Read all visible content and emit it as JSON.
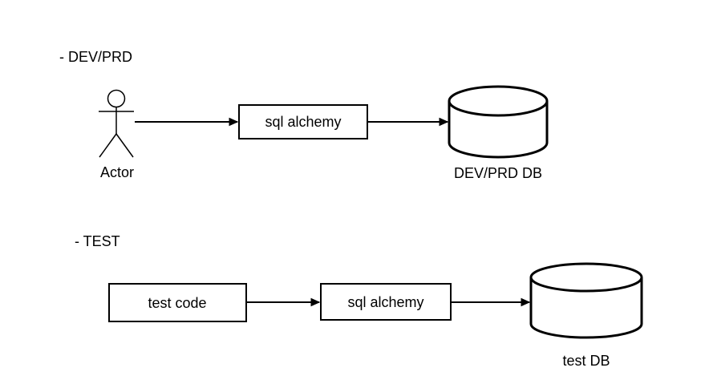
{
  "canvas": {
    "background": "#ffffff",
    "stroke_color": "#000000",
    "text_color": "#000000"
  },
  "sections": [
    {
      "id": "dev_prd",
      "title": "- DEV/PRD",
      "nodes": {
        "actor": {
          "type": "stick-figure",
          "label": "Actor"
        },
        "middleware": {
          "type": "rectangle",
          "label": "sql alchemy"
        },
        "database": {
          "type": "cylinder",
          "label": "DEV/PRD DB"
        }
      },
      "edges": [
        {
          "from": "actor",
          "to": "middleware",
          "style": "arrow"
        },
        {
          "from": "middleware",
          "to": "database",
          "style": "arrow"
        }
      ]
    },
    {
      "id": "test",
      "title": "- TEST",
      "nodes": {
        "source": {
          "type": "rectangle",
          "label": "test code"
        },
        "middleware": {
          "type": "rectangle",
          "label": "sql alchemy"
        },
        "database": {
          "type": "cylinder",
          "label": "test DB"
        }
      },
      "edges": [
        {
          "from": "source",
          "to": "middleware",
          "style": "arrow"
        },
        {
          "from": "middleware",
          "to": "database",
          "style": "arrow"
        }
      ]
    }
  ]
}
